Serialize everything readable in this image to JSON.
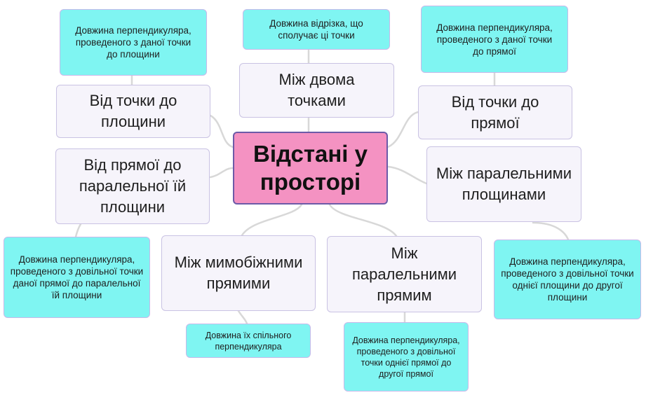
{
  "central": "Відстані у просторі",
  "topics": {
    "point_plane": "Від точки до площини",
    "two_points": "Між двома точками",
    "point_line": "Від точки до прямої",
    "line_plane": "Від прямої до паралельної їй площини",
    "parallel_planes": "Між паралельними площинами",
    "skew_lines": "Між мимобіжними прямими",
    "parallel_lines": "Між паралельними прямим"
  },
  "notes": {
    "point_plane": "Довжина перпендикуляра, проведеного з даної точки до площини",
    "two_points": "Довжина відрізка, що сполучає ці точки",
    "point_line": "Довжина перпендикуляра, проведеного з даної точки до прямої",
    "line_plane": "Довжина перпендикуляра, проведеного з довільної точки даної прямої до паралельної їй площини",
    "parallel_planes": "Довжина перпендикуляра, проведеного з довільної точки однієї площини до другої площини",
    "skew_lines": "Довжина їх спільного перпендикуляра",
    "parallel_lines": "Довжина перпендикуляра, проведеного з довільної точки однієї прямої до другої прямої"
  },
  "colors": {
    "central_fill": "#f492c2",
    "central_border": "#6c5aa8",
    "topic_fill": "#f6f4fb",
    "topic_border": "#c9c2e3",
    "note_fill": "#7ff5f2",
    "note_border": "#c8b8ea",
    "connector": "#d8d8d8"
  }
}
